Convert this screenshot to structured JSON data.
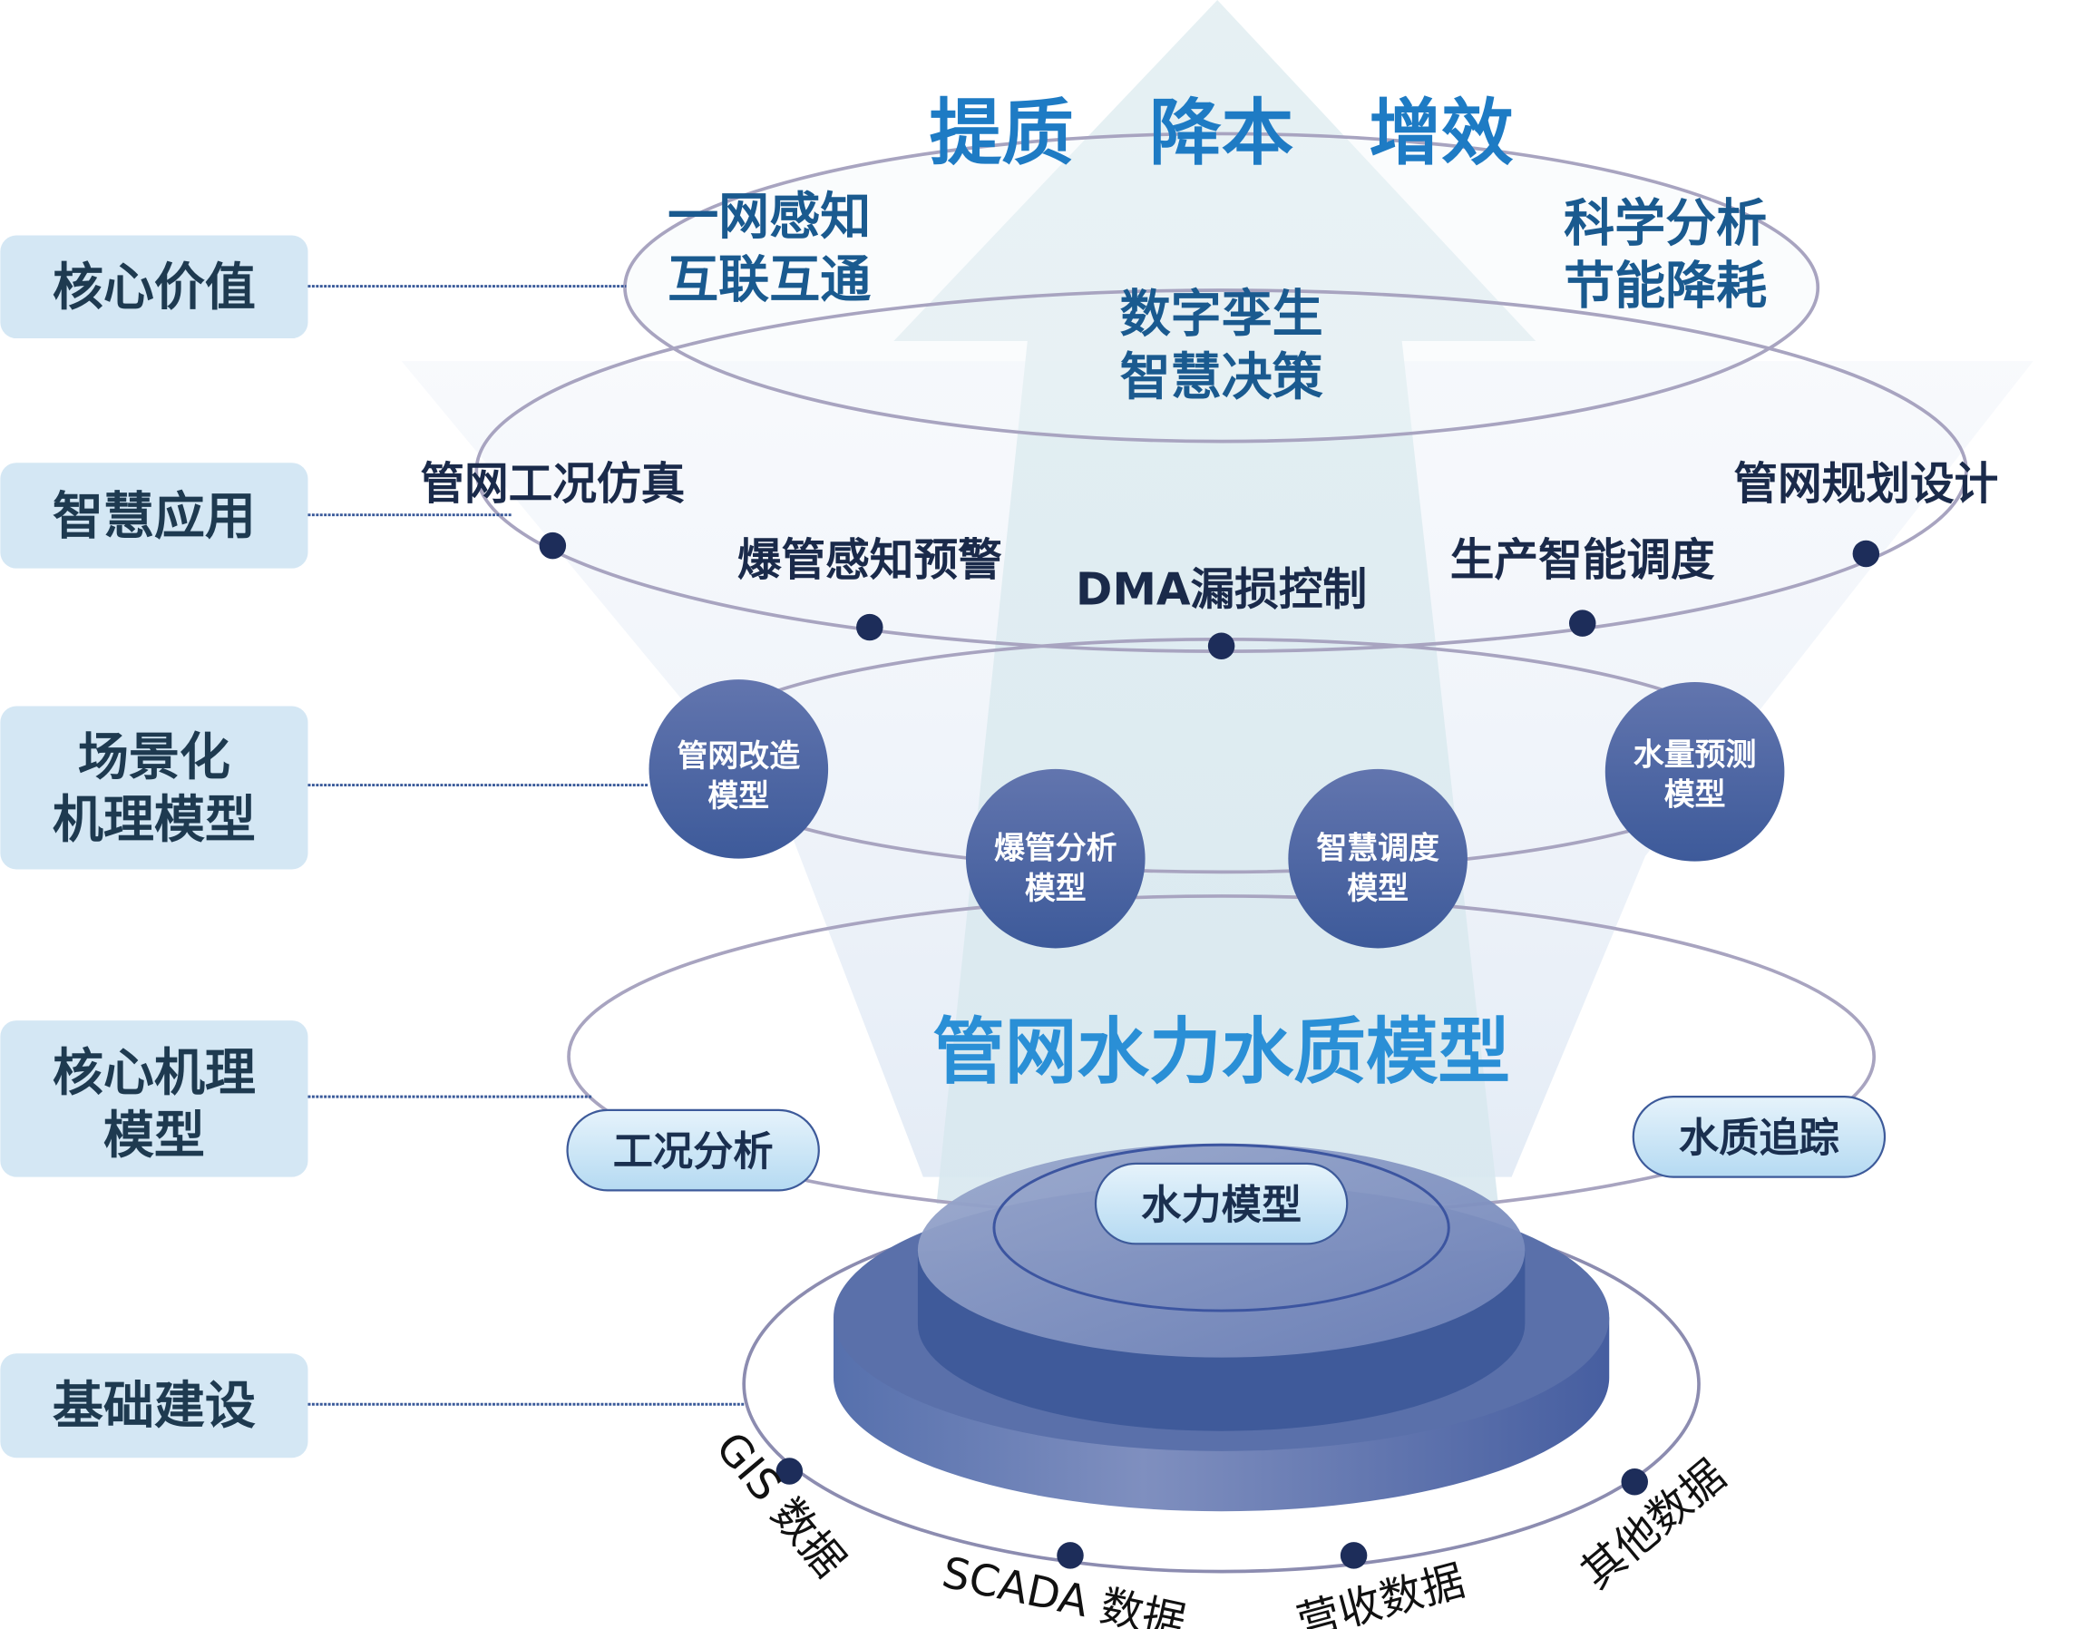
{
  "left_labels": [
    {
      "lines": [
        "核心价值"
      ]
    },
    {
      "lines": [
        "智慧应用"
      ]
    },
    {
      "lines": [
        "场景化",
        "机理模型"
      ]
    },
    {
      "lines": [
        "核心机理",
        "模型"
      ]
    },
    {
      "lines": [
        "基础建设"
      ]
    }
  ],
  "top": {
    "title": "提质   降本   增效",
    "values": [
      {
        "lines": [
          "一网感知",
          "互联互通"
        ]
      },
      {
        "lines": [
          "数字孪生",
          "智慧决策"
        ]
      },
      {
        "lines": [
          "科学分析",
          "节能降耗"
        ]
      }
    ]
  },
  "applications": [
    "管网工况仿真",
    "爆管感知预警",
    "DMA漏损控制",
    "生产智能调度",
    "管网规划设计"
  ],
  "scenario_models": [
    {
      "lines": [
        "管网改造",
        "模型"
      ]
    },
    {
      "lines": [
        "爆管分析",
        "模型"
      ]
    },
    {
      "lines": [
        "智慧调度",
        "模型"
      ]
    },
    {
      "lines": [
        "水量预测",
        "模型"
      ]
    }
  ],
  "core": {
    "title": "管网水力水质模型",
    "pills": [
      "工况分析",
      "水力模型",
      "水质追踪"
    ]
  },
  "data_sources": [
    "GIS 数据",
    "SCADA 数据",
    "营收数据",
    "其他数据"
  ],
  "colors": {
    "label_box": "#d4e7f4",
    "title_blue": "#1e7bc4",
    "model_circle": "#4a62a0",
    "dot": "#1d2d5a"
  }
}
